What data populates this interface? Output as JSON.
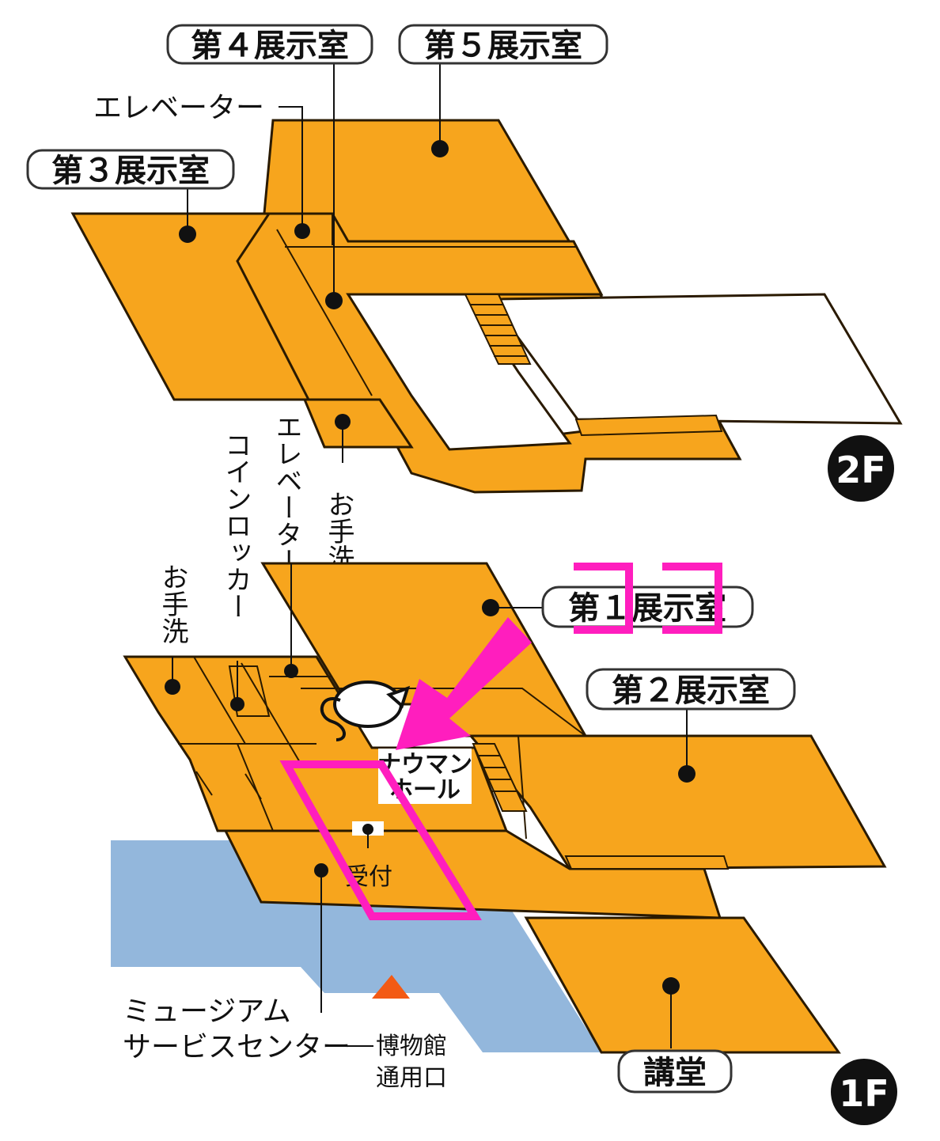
{
  "colors": {
    "floor": "#F7A51D",
    "floor_outline": "#2a1a00",
    "water": "#93B7DC",
    "highlight": "#FF1EBE",
    "entrance": "#F35A14",
    "text": "#111111",
    "pill_border": "#333333"
  },
  "floor2": {
    "badge": "2F",
    "rooms": {
      "room3": "第３展示室",
      "room4": "第４展示室",
      "room5": "第５展示室"
    },
    "elevator": "エレベーター",
    "restroom": "お手洗"
  },
  "floor1": {
    "badge": "1F",
    "rooms": {
      "room1": "第１展示室",
      "room2": "第２展示室",
      "auditorium": "講堂"
    },
    "restroom": "お手洗",
    "coin_locker": "コインロッカー",
    "elevator": "エレベーター",
    "hall_line1": "ナウマン",
    "hall_line2": "ホール",
    "reception": "受付",
    "service_center_line1": "ミュージアム",
    "service_center_line2": "サービスセンター",
    "entrance_line1": "博物館",
    "entrance_line2": "通用口"
  },
  "icons": [
    "elephant-icon",
    "entrance-triangle-icon",
    "highlight-arrow-icon"
  ]
}
